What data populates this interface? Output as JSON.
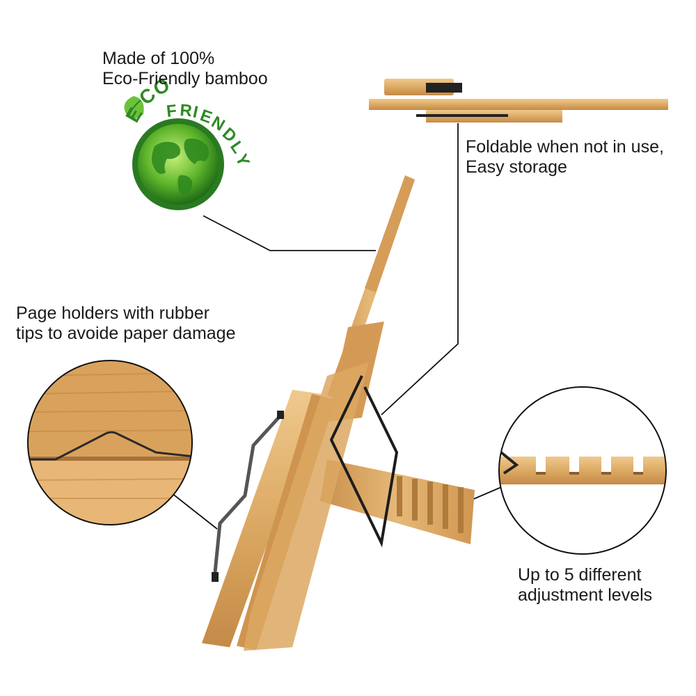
{
  "captions": {
    "eco": {
      "line1": "Made of 100%",
      "line2": "Eco-Friendly bamboo"
    },
    "foldable": {
      "line1": "Foldable when not in use,",
      "line2": "Easy storage"
    },
    "page_holders": {
      "line1": "Page holders with rubber",
      "line2": "tips to avoide paper damage"
    },
    "adjustment": {
      "line1": "Up to 5 different",
      "line2": "adjustment levels"
    }
  },
  "badge": {
    "text": "ECO FRIENDLY",
    "ring_color": "#2e8b2e",
    "leaf_color": "#6cc23a"
  },
  "colors": {
    "bamboo_light": "#e6b978",
    "bamboo_mid": "#d9a35c",
    "bamboo_dark": "#b98040",
    "wire": "#222222",
    "leader_line": "#111111"
  },
  "adjustment_levels": 5
}
